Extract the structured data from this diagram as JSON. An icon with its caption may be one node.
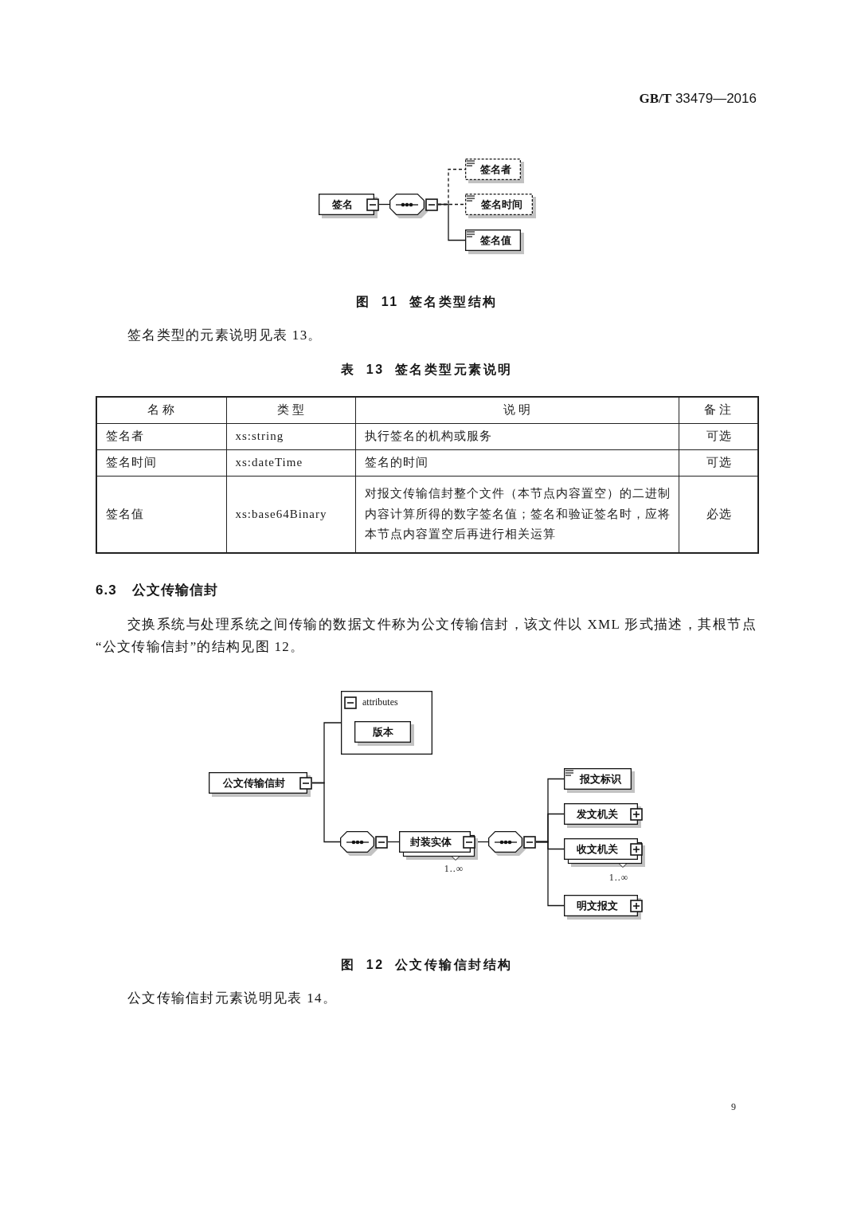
{
  "diagram": {
    "nodes": [
      {
        "text": [
          "签名"
        ]
      },
      {
        "text": [],
        "shape": "octagon"
      },
      {
        "text": [
          "签名者"
        ]
      },
      {
        "text": [
          "签名时间"
        ]
      },
      {
        "text": [
          "签名值"
        ]
      },
      {
        "text": [
          "公文传输信封"
        ]
      },
      {
        "text": [
          "attributes"
        ]
      },
      {
        "text": [
          "版本"
        ],
        "in": 6
      },
      {
        "text": [],
        "shape": "octagon"
      },
      {
        "text": [
          "封装实体"
        ],
        "beside": [
          "1..∞"
        ]
      },
      {
        "text": [],
        "shape": "octagon"
      },
      {
        "text": [
          "报文标识"
        ]
      },
      {
        "text": [
          "发文机关"
        ]
      },
      {
        "text": [
          "收文机关"
        ],
        "beside": [
          "1..∞"
        ]
      },
      {
        "text": [
          "明文报文"
        ]
      }
    ],
    "edges": [
      {
        "from": 0,
        "to": 1,
        "arrow": "none"
      },
      {
        "from": 1,
        "to": 2,
        "arrow": "none",
        "style": "dashed"
      },
      {
        "from": 1,
        "to": 3,
        "arrow": "none",
        "style": "dashed"
      },
      {
        "from": 1,
        "to": 4,
        "arrow": "none"
      },
      {
        "from": 5,
        "to": 6,
        "arrow": "none"
      },
      {
        "from": 5,
        "to": 8,
        "arrow": "none"
      },
      {
        "from": 8,
        "to": 9,
        "arrow": "none"
      },
      {
        "from": 9,
        "to": 10,
        "arrow": "none"
      },
      {
        "from": 10,
        "to": 11,
        "arrow": "none"
      },
      {
        "from": 10,
        "to": 12,
        "arrow": "none"
      },
      {
        "from": 10,
        "to": 13,
        "arrow": "none"
      },
      {
        "from": 10,
        "to": 14,
        "arrow": "none"
      }
    ],
    "labels": [
      "**GB/T** 33479—2016",
      "图 11 签名类型结构",
      "签名类型的元素说明见表 13。",
      "表 13 签名类型元素说明",
      "名称",
      "类型",
      "说明",
      "备注",
      "签名者",
      "xs:string",
      "执行签名的机构或服务",
      "可选",
      "签名时间",
      "xs:dateTime",
      "签名的时间",
      "可选",
      "签名值",
      "xs:base64Binary",
      "对报文传输信封整个文件（本节点内容置空）的二进制内容计算所得的数字签名值；签名和验证签名时，应将本节点内容置空后再进行相关运算",
      "必选",
      "6.3 公文传输信封",
      "交换系统与处理系统之间传输的数据文件称为公文传输信封，该文件以 XML 形式描述，其根节点“公文传输信封”的结构见图 12。",
      "图 12 公文传输信封结构",
      "公文传输信封元素说明见表 14。",
      "9"
    ]
  }
}
